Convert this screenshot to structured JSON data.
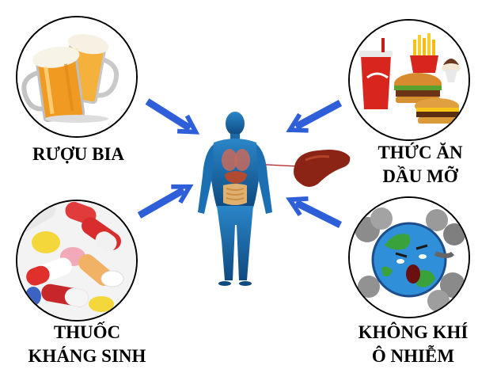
{
  "labels": {
    "alcohol": "RƯỢU BIA",
    "fatty_food_line1": "THỨC ĂN",
    "fatty_food_line2": "DẦU MỠ",
    "antibiotics_line1": "THUỐC",
    "antibiotics_line2": "KHÁNG SINH",
    "air_pollution_line1": "KHÔNG KHÍ",
    "air_pollution_line2": "Ô NHIỄM"
  },
  "icons": {
    "alcohol": "beer-mugs-icon",
    "fatty_food": "fast-food-icon",
    "antibiotics": "pills-icon",
    "air_pollution": "polluted-earth-icon",
    "center": "human-body-icon",
    "organ": "liver-icon"
  },
  "colors": {
    "arrow": "#2f5fd8",
    "body": "#1f6aa8",
    "liver": "#8b2414",
    "beer": "#f0a12a",
    "soda_cup": "#d8261f"
  }
}
